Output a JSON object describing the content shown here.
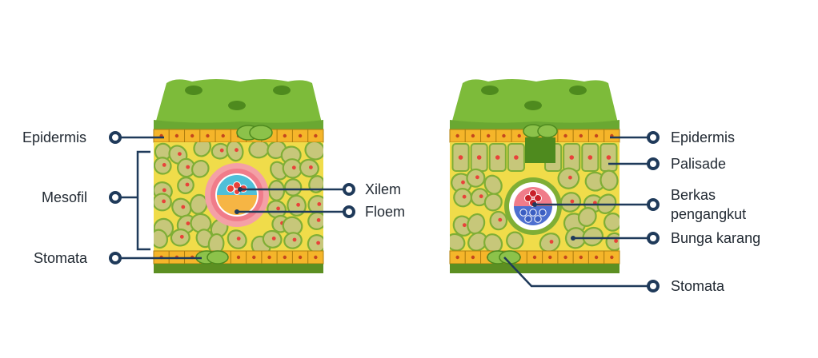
{
  "labels": {
    "left": {
      "epidermis": "Epidermis",
      "mesofil": "Mesofil",
      "stomata": "Stomata",
      "xilem": "Xilem",
      "floem": "Floem"
    },
    "right": {
      "epidermis": "Epidermis",
      "palisade": "Palisade",
      "berkas_line1": "Berkas",
      "berkas_line2": "pengangkut",
      "bunga_karang": "Bunga karang",
      "stomata": "Stomata"
    }
  },
  "colors": {
    "cuticle": "#7dbb3a",
    "cuticle_dark": "#5e9a2a",
    "epidermis": "#f5b52a",
    "mesophyll_bg": "#f0dc4a",
    "cell_fill": "#c7c77a",
    "cell_border": "#7fae35",
    "bottom_band": "#5c8f22",
    "callout": "#1f3a5a",
    "xylem": "#4fbfd8",
    "phloem": "#f6b544",
    "sheath_pink": "#f07c8a",
    "red_dot": "#e8423a",
    "blue_cells": "#4d6fd0"
  }
}
